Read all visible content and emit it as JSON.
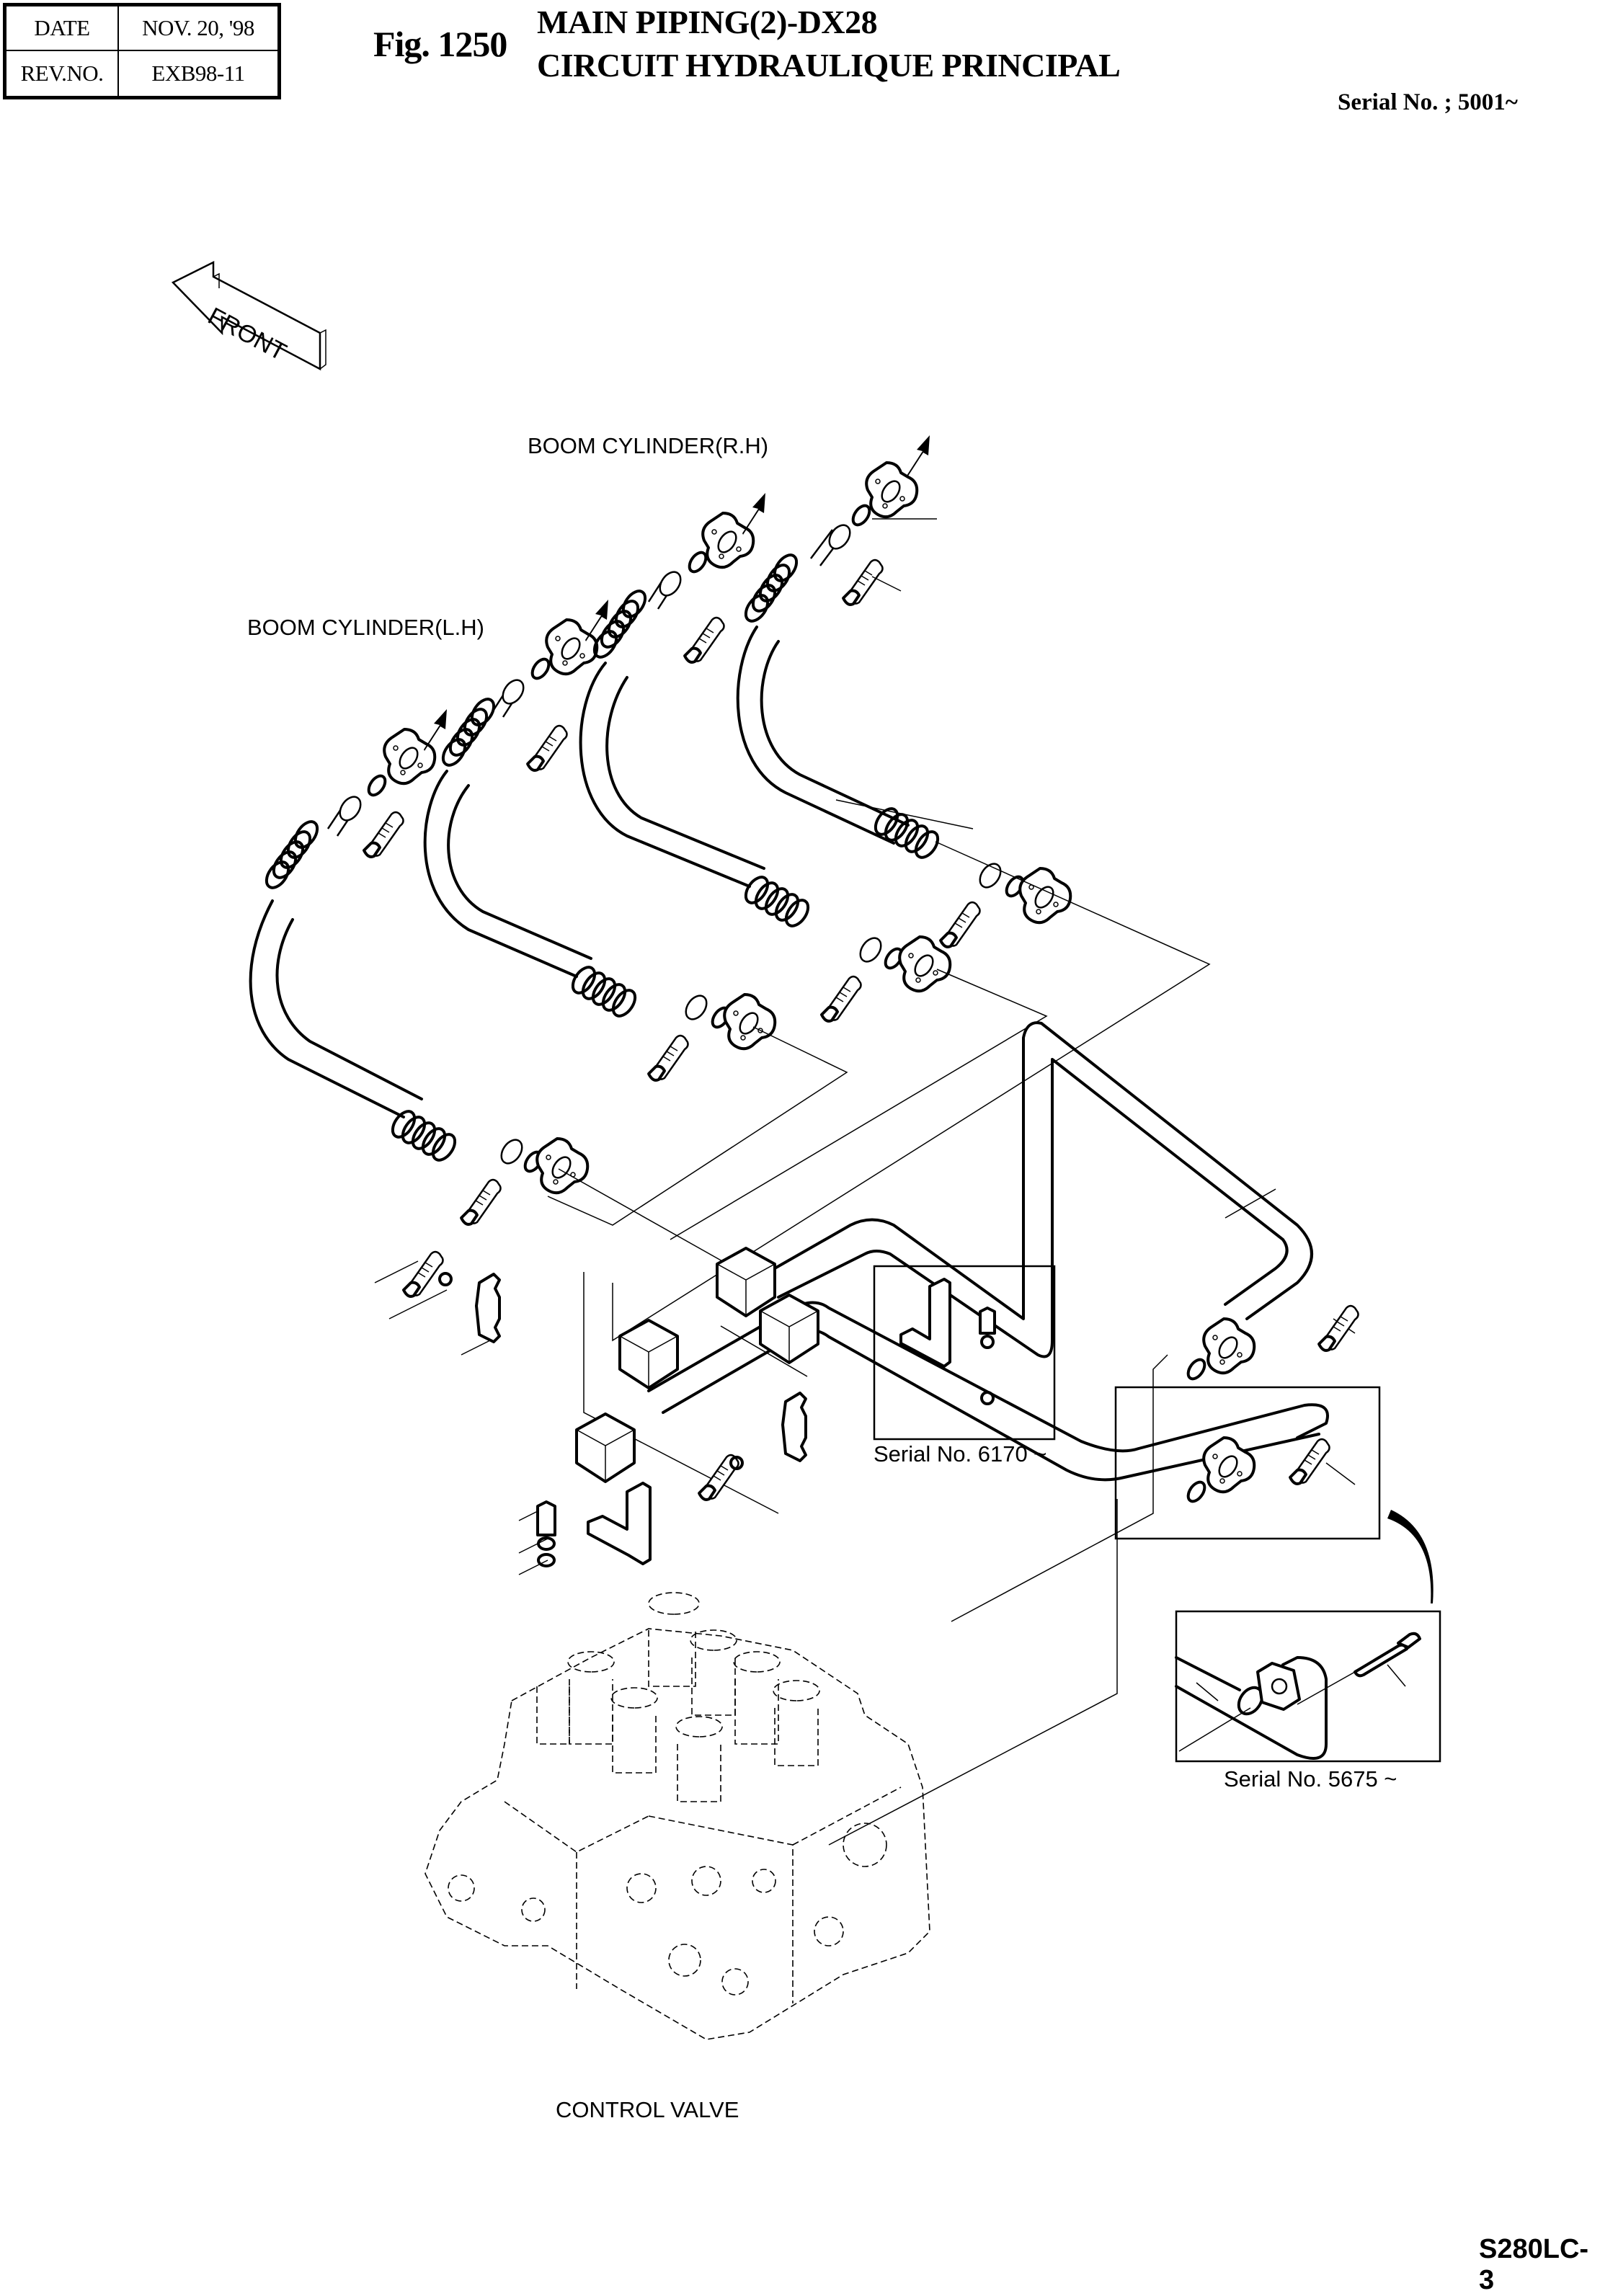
{
  "header": {
    "date_label": "DATE",
    "date_value": "NOV.  20, '98",
    "rev_label": "REV.NO.",
    "rev_value": "EXB98-11",
    "figure_number": "Fig. 1250",
    "title_en": "MAIN PIPING(2)-DX28",
    "title_fr": "CIRCUIT HYDRAULIQUE PRINCIPAL",
    "serial_range": "Serial No. ; 5001~"
  },
  "diagram": {
    "direction_arrow": "FRONT",
    "labels": {
      "boom_cylinder_rh": "BOOM CYLINDER(R.H)",
      "boom_cylinder_lh": "BOOM CYLINDER(L.H)",
      "serial_6170": "Serial No. 6170 ~",
      "serial_5675": "Serial No. 5675 ~",
      "control_valve": "CONTROL VALVE"
    },
    "components": [
      "hose-assembly-1",
      "hose-assembly-2",
      "hose-assembly-3",
      "hose-assembly-4",
      "split-flange",
      "o-ring",
      "socket-bolt",
      "pipe-clamp-block",
      "steel-pipe",
      "clamp-plate",
      "hex-bolt",
      "spring-washer",
      "flat-washer",
      "bracket",
      "control-valve"
    ]
  },
  "footer": {
    "model_code": "S280LC-3"
  }
}
